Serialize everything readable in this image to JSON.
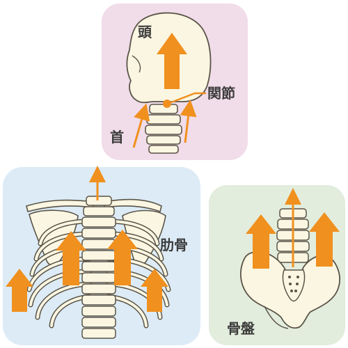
{
  "labels": {
    "head": "頭",
    "joint": "関節",
    "neck": "首",
    "ribs": "肋骨",
    "pelvis": "骨盤"
  },
  "colors": {
    "panel_head": "#f1dce9",
    "panel_ribs": "#dcebf6",
    "panel_pelvis": "#e2eddd",
    "bone_fill": "#fbf6e2",
    "bone_stroke": "#5a5448",
    "arrow": "#f0901e",
    "text": "#3c3c3c"
  },
  "icons": {
    "arrow": "arrow-up-icon",
    "joint_marker": "joint-dot-icon"
  }
}
